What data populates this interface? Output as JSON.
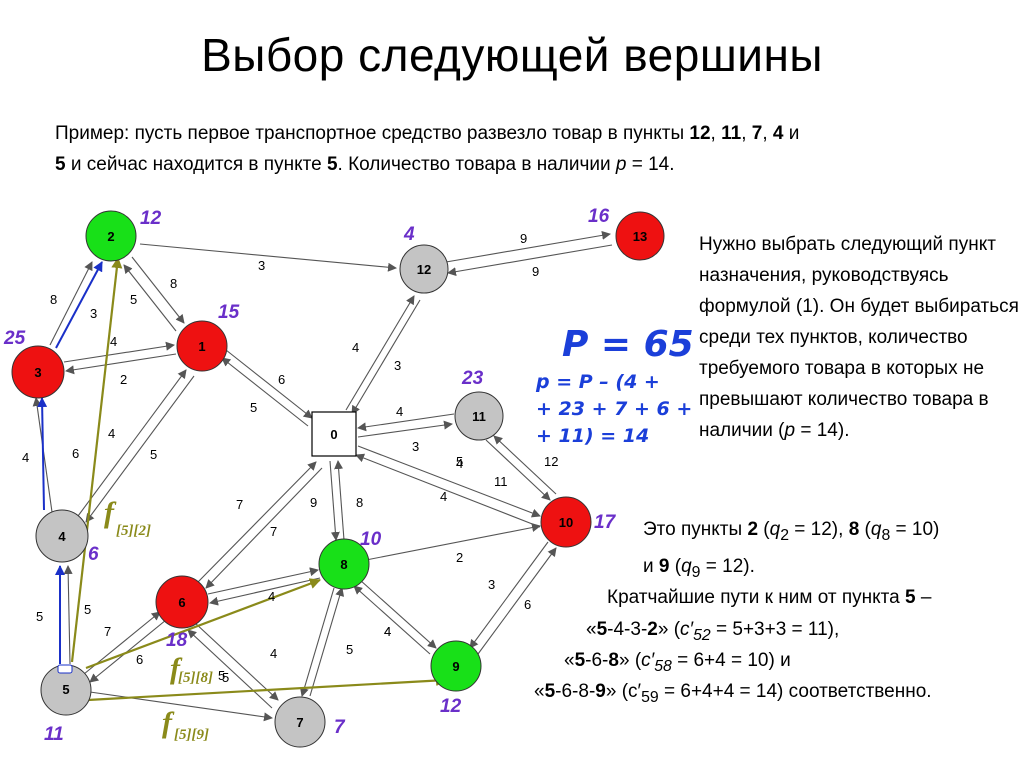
{
  "title": "Выбор следующей вершины",
  "intro": {
    "line1_a": "Пример: пусть первое транспортное средство развезло товар в пункты ",
    "p12": "12",
    "comma1": ", ",
    "p11": "11",
    "comma2": ", ",
    "p7": "7",
    "comma3": ", ",
    "p4": "4",
    "and1": " и",
    "p5": "5",
    "line2_a": " и сейчас находится в пункте ",
    "p5b": "5",
    "line2_b": ". Количество товара в наличии ",
    "pvar": "p",
    "line2_c": " = 14."
  },
  "right_text": {
    "text": "Нужно выбрать следующий пункт назначения, руководствуясь формулой (1).  Он будет выбираться среди тех пунктов, количество требуемого товара в которых не превышают количество товара в наличии (",
    "pvar": "p",
    "end": " = 14)."
  },
  "points_text": {
    "a": "Это пункты ",
    "n2": "2",
    "b": " (",
    "q": "q",
    "s2": "2",
    "c": " = 12), ",
    "n8": "8",
    "d": " (",
    "q2": "q",
    "s8": "8",
    "e": " = 10)",
    "f": "и ",
    "n9": "9",
    "g": " (",
    "q3": "q",
    "s9": "9",
    "h": " = 12)."
  },
  "paths": {
    "title_a": "Кратчайшие пути к ним от пункта ",
    "title_n": "5",
    "title_b": " –",
    "p1_a": "«",
    "p1_b": "5",
    "p1_c": "-4-3-",
    "p1_d": "2",
    "p1_e": "» (",
    "p1_c2": "c′",
    "p1_sub": "52",
    "p1_f": " = 5+3+3 = 11),",
    "p2_a": "«",
    "p2_b": "5",
    "p2_c": "-6-",
    "p2_d": "8",
    "p2_e": "» (",
    "p2_c2": "c′",
    "p2_sub": "58",
    "p2_f": " = 6+4 = 10) и",
    "p3_a": "«",
    "p3_b": "5",
    "p3_c": "-6-8-",
    "p3_d": "9",
    "p3_e": "» (c′",
    "p3_sub": "59",
    "p3_f": " = 6+4+4 = 14) соответственно."
  },
  "graph": {
    "p_big": "P = 65",
    "p_eq1": "p = P – (4 +",
    "p_eq2": "+ 23 + 7 + 6 +",
    "p_eq3": "+ 11) = 14",
    "f_label": "f",
    "f52": "[5][2]",
    "f58": "[5][8]",
    "f59": "[5][9]",
    "colors": {
      "green": "#18e018",
      "red": "#ee1111",
      "gray": "#c4c4c4",
      "path_blue": "#1a30c8",
      "f_arrow": "#8a8a1a",
      "demand": "#6a2fc9"
    },
    "nodes": [
      {
        "id": "0",
        "demand": ""
      },
      {
        "id": "1",
        "demand": "15"
      },
      {
        "id": "2",
        "demand": "12"
      },
      {
        "id": "3",
        "demand": "25"
      },
      {
        "id": "4",
        "demand": "6"
      },
      {
        "id": "5",
        "demand": "11"
      },
      {
        "id": "6",
        "demand": "18"
      },
      {
        "id": "7",
        "demand": "7"
      },
      {
        "id": "8",
        "demand": "10"
      },
      {
        "id": "9",
        "demand": "12"
      },
      {
        "id": "10",
        "demand": "17"
      },
      {
        "id": "11",
        "demand": "23"
      },
      {
        "id": "12",
        "demand": "4"
      },
      {
        "id": "13",
        "demand": "16"
      }
    ],
    "edge_labels": [
      "3",
      "8",
      "5",
      "8",
      "3",
      "4",
      "2",
      "9",
      "9",
      "6",
      "5",
      "4",
      "3",
      "4",
      "3",
      "4",
      "5",
      "4",
      "4",
      "5",
      "11",
      "12",
      "7",
      "7",
      "9",
      "8",
      "4",
      "4",
      "2",
      "3",
      "6",
      "4",
      "4",
      "5",
      "6",
      "7",
      "5",
      "5",
      "5",
      "4",
      "6",
      "5"
    ]
  }
}
